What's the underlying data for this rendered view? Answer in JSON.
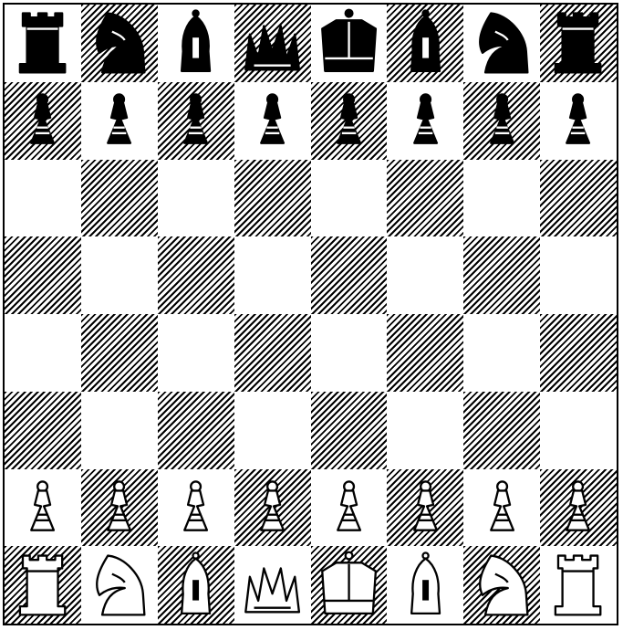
{
  "board": {
    "ranks": 8,
    "files": 8,
    "light_color": "#ffffff",
    "dark_style": "diagonal-hatch",
    "position": [
      [
        "bR",
        "bN",
        "bB",
        "bQ",
        "bK",
        "bB",
        "bN",
        "bR"
      ],
      [
        "bP",
        "bP",
        "bP",
        "bP",
        "bP",
        "bP",
        "bP",
        "bP"
      ],
      [
        "",
        "",
        "",
        "",
        "",
        "",
        "",
        ""
      ],
      [
        "",
        "",
        "",
        "",
        "",
        "",
        "",
        ""
      ],
      [
        "",
        "",
        "",
        "",
        "",
        "",
        "",
        ""
      ],
      [
        "",
        "",
        "",
        "",
        "",
        "",
        "",
        ""
      ],
      [
        "wP",
        "wP",
        "wP",
        "wP",
        "wP",
        "wP",
        "wP",
        "wP"
      ],
      [
        "wR",
        "wN",
        "wB",
        "wQ",
        "wK",
        "wB",
        "wN",
        "wR"
      ]
    ]
  },
  "pieces": {
    "bR": "black-rook",
    "bN": "black-knight",
    "bB": "black-bishop",
    "bQ": "black-queen",
    "bK": "black-king",
    "bP": "black-pawn",
    "wR": "white-rook",
    "wN": "white-knight",
    "wB": "white-bishop",
    "wQ": "white-queen",
    "wK": "white-king",
    "wP": "white-pawn"
  }
}
